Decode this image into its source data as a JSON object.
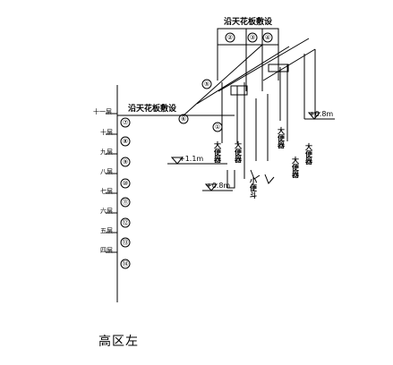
{
  "diagram": {
    "caption": "高区左",
    "ceiling_label_top": "沿天花板敷设",
    "ceiling_label_mid": "沿天花板敷设",
    "floors": [
      "十一层",
      "十层",
      "九层",
      "八层",
      "七层",
      "六层",
      "五层",
      "四层"
    ],
    "riser_numbers": [
      "⑦",
      "⑧",
      "⑨",
      "⑩",
      "⑪",
      "⑫",
      "⑬",
      "⑭"
    ],
    "pipe_numbers": [
      "②",
      "③",
      "④",
      "⑤",
      "⑥",
      "①"
    ],
    "elevations": [
      "+0.8m",
      "+1.1m",
      "+0.8m"
    ],
    "fixture_labels": [
      "大便器",
      "大便器",
      "小便斗",
      "大便器",
      "大便器",
      "大便器"
    ]
  }
}
